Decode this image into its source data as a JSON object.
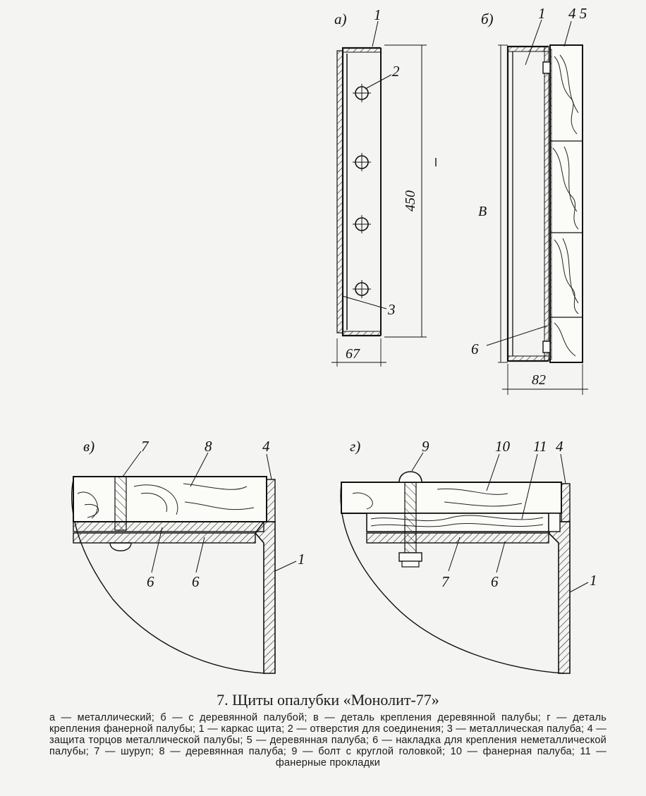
{
  "labels": {
    "panel_a": "а)",
    "panel_b": "б)",
    "panel_v": "в)",
    "panel_g": "г)",
    "n1": "1",
    "n2": "2",
    "n3": "3",
    "n4": "4",
    "n45": "4 5",
    "n6": "6",
    "n7": "7",
    "n8": "8",
    "n9": "9",
    "n10": "10",
    "n11": "11",
    "dim_450": "450",
    "dim_67": "67",
    "dim_82": "82",
    "dim_B": "B"
  },
  "caption": {
    "title": "7. Щиты опалубки «Монолит-77»",
    "legend": "а — металлический; б — с деревянной палубой; в — деталь крепления деревянной палубы; г — деталь крепления фанерной палубы; 1 — каркас щита; 2 — отверстия для соединения; 3 — металлическая палуба; 4 — защита торцов металлической палубы; 5 — деревянная палуба; 6 — накладка для крепления неметаллической палубы; 7 — шуруп; 8 — деревянная палуба; 9 — болт с круглой головкой; 10 — фанерная палуба; 11 — фанерные прокладки"
  }
}
